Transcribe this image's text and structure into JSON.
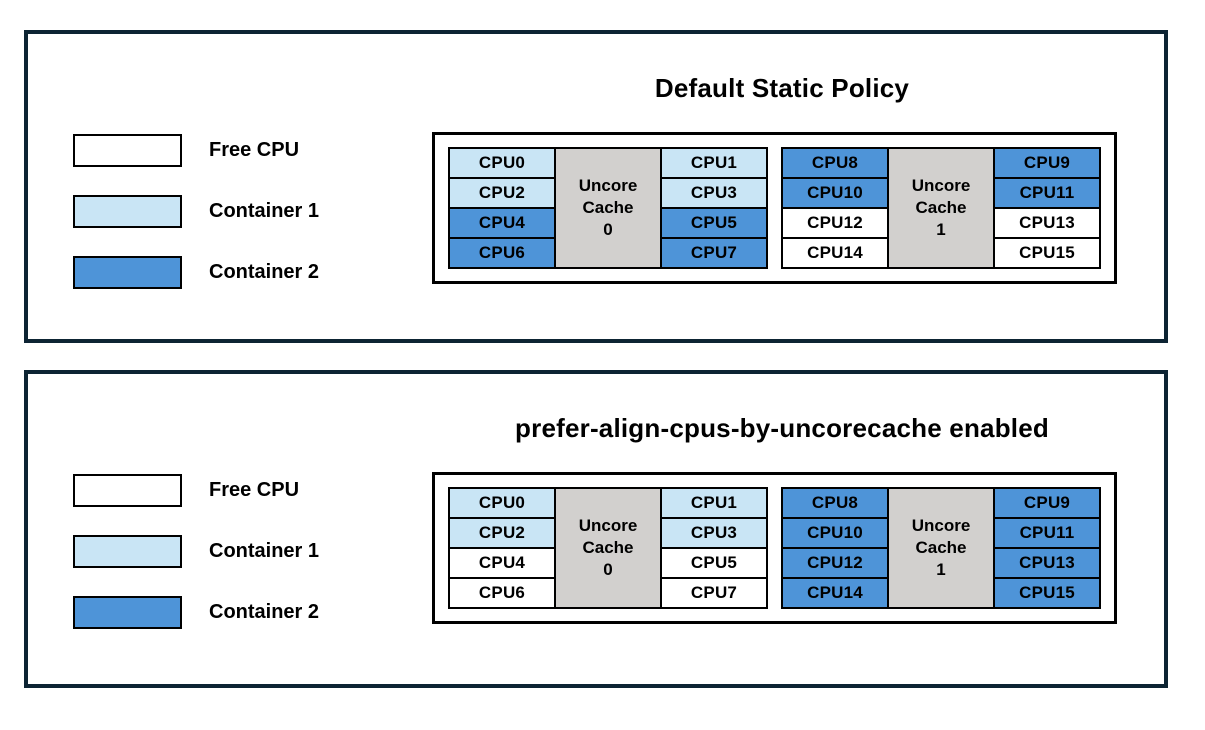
{
  "colors": {
    "free": "#ffffff",
    "container1": "#c9e5f5",
    "container2": "#4e94d8",
    "cache": "#d2d0ce",
    "panel_border": "#0d2433"
  },
  "legend": {
    "items": [
      {
        "label": "Free CPU",
        "color_key": "free"
      },
      {
        "label": "Container 1",
        "color_key": "container1"
      },
      {
        "label": "Container 2",
        "color_key": "container2"
      }
    ]
  },
  "panels": [
    {
      "title": "Default Static Policy",
      "groups": [
        {
          "cache_label": "Uncore\nCache\n0",
          "left": [
            {
              "label": "CPU0",
              "state": "container1"
            },
            {
              "label": "CPU2",
              "state": "container1"
            },
            {
              "label": "CPU4",
              "state": "container2"
            },
            {
              "label": "CPU6",
              "state": "container2"
            }
          ],
          "right": [
            {
              "label": "CPU1",
              "state": "container1"
            },
            {
              "label": "CPU3",
              "state": "container1"
            },
            {
              "label": "CPU5",
              "state": "container2"
            },
            {
              "label": "CPU7",
              "state": "container2"
            }
          ]
        },
        {
          "cache_label": "Uncore\nCache\n1",
          "left": [
            {
              "label": "CPU8",
              "state": "container2"
            },
            {
              "label": "CPU10",
              "state": "container2"
            },
            {
              "label": "CPU12",
              "state": "free"
            },
            {
              "label": "CPU14",
              "state": "free"
            }
          ],
          "right": [
            {
              "label": "CPU9",
              "state": "container2"
            },
            {
              "label": "CPU11",
              "state": "container2"
            },
            {
              "label": "CPU13",
              "state": "free"
            },
            {
              "label": "CPU15",
              "state": "free"
            }
          ]
        }
      ]
    },
    {
      "title": "prefer-align-cpus-by-uncorecache enabled",
      "groups": [
        {
          "cache_label": "Uncore\nCache\n0",
          "left": [
            {
              "label": "CPU0",
              "state": "container1"
            },
            {
              "label": "CPU2",
              "state": "container1"
            },
            {
              "label": "CPU4",
              "state": "free"
            },
            {
              "label": "CPU6",
              "state": "free"
            }
          ],
          "right": [
            {
              "label": "CPU1",
              "state": "container1"
            },
            {
              "label": "CPU3",
              "state": "container1"
            },
            {
              "label": "CPU5",
              "state": "free"
            },
            {
              "label": "CPU7",
              "state": "free"
            }
          ]
        },
        {
          "cache_label": "Uncore\nCache\n1",
          "left": [
            {
              "label": "CPU8",
              "state": "container2"
            },
            {
              "label": "CPU10",
              "state": "container2"
            },
            {
              "label": "CPU12",
              "state": "container2"
            },
            {
              "label": "CPU14",
              "state": "container2"
            }
          ],
          "right": [
            {
              "label": "CPU9",
              "state": "container2"
            },
            {
              "label": "CPU11",
              "state": "container2"
            },
            {
              "label": "CPU13",
              "state": "container2"
            },
            {
              "label": "CPU15",
              "state": "container2"
            }
          ]
        }
      ]
    }
  ]
}
